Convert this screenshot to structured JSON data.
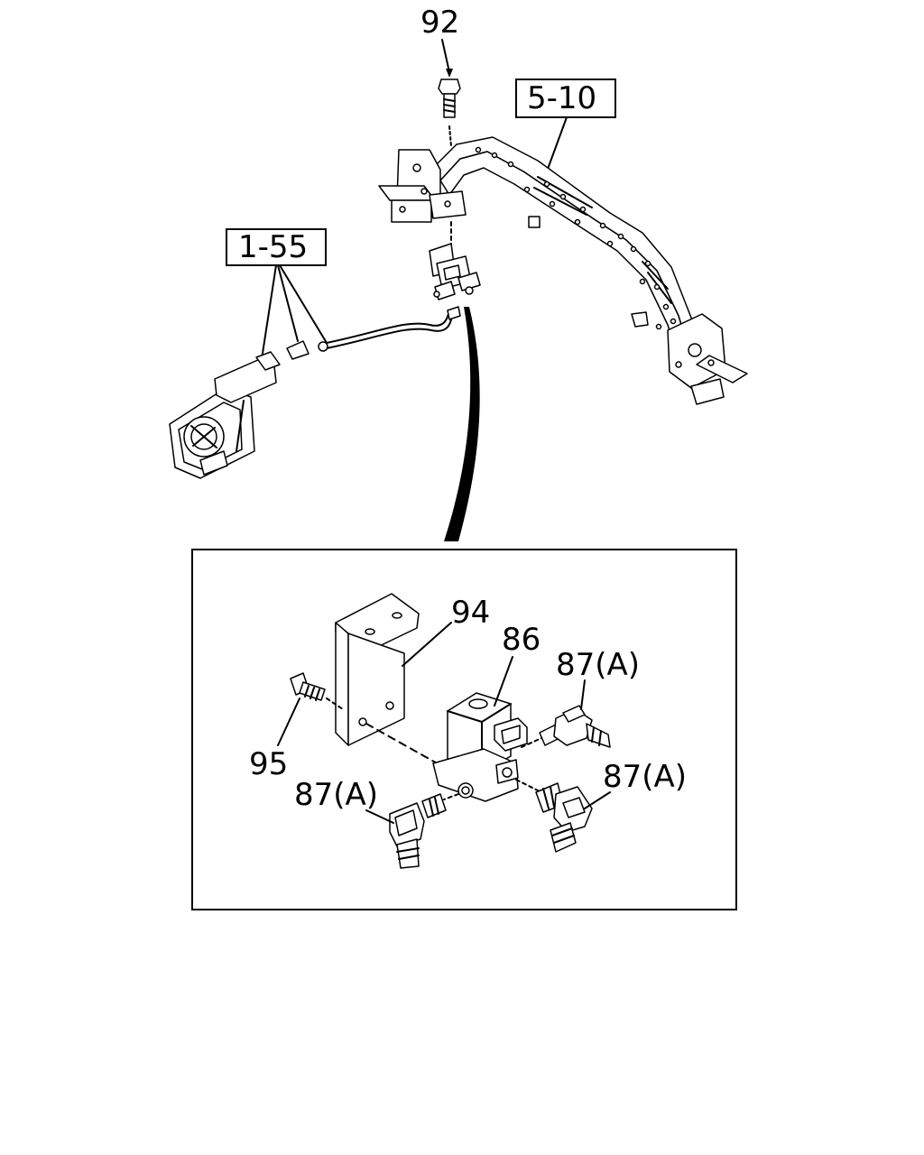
{
  "callouts": {
    "bolt_top": "92",
    "frame_ref": "5-10",
    "harness_ref": "1-55",
    "bracket": "94",
    "valve": "86",
    "fitting_upper_right": "87(A)",
    "bolt_bracket": "95",
    "fitting_lower_left": "87(A)",
    "fitting_lower_right": "87(A)"
  }
}
